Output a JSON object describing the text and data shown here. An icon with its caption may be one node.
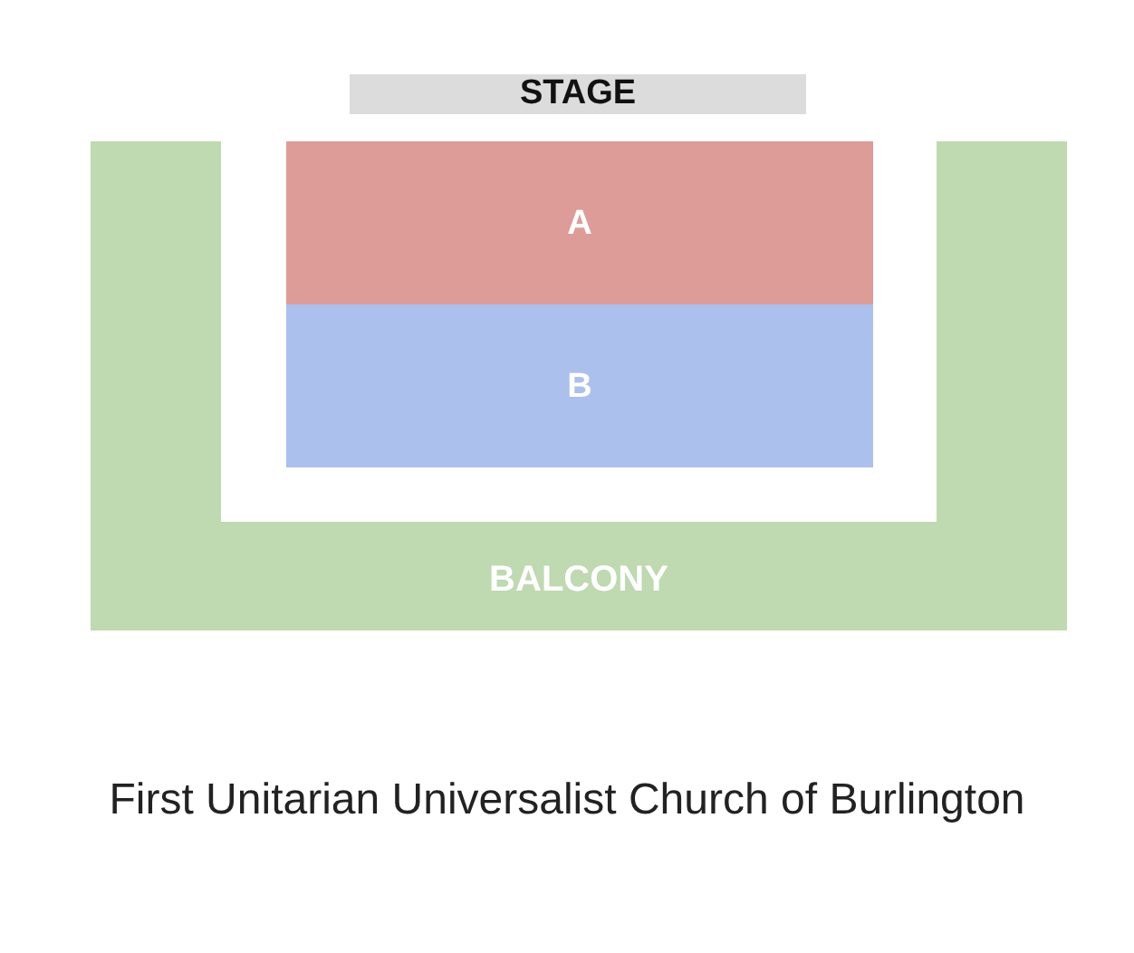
{
  "diagram": {
    "caption": "First Unitarian Universalist Church of Burlington",
    "nodes": [
      {
        "text": [
          "STAGE"
        ]
      },
      {
        "text": [
          "A"
        ]
      },
      {
        "text": [
          "B"
        ]
      },
      {
        "text": [
          "BALCONY"
        ]
      }
    ]
  }
}
